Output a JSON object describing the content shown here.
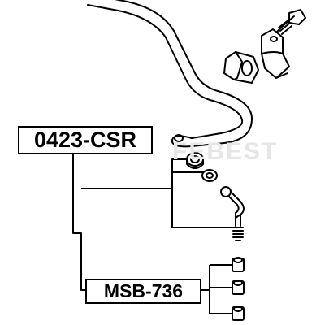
{
  "labels": {
    "upper_part_number": "0423-CSR",
    "lower_part_number": "MSB-736"
  },
  "colors": {
    "line": "#000000",
    "background": "#ffffff",
    "watermark": "#e6e6e6"
  },
  "watermark_text": "FEBEST"
}
